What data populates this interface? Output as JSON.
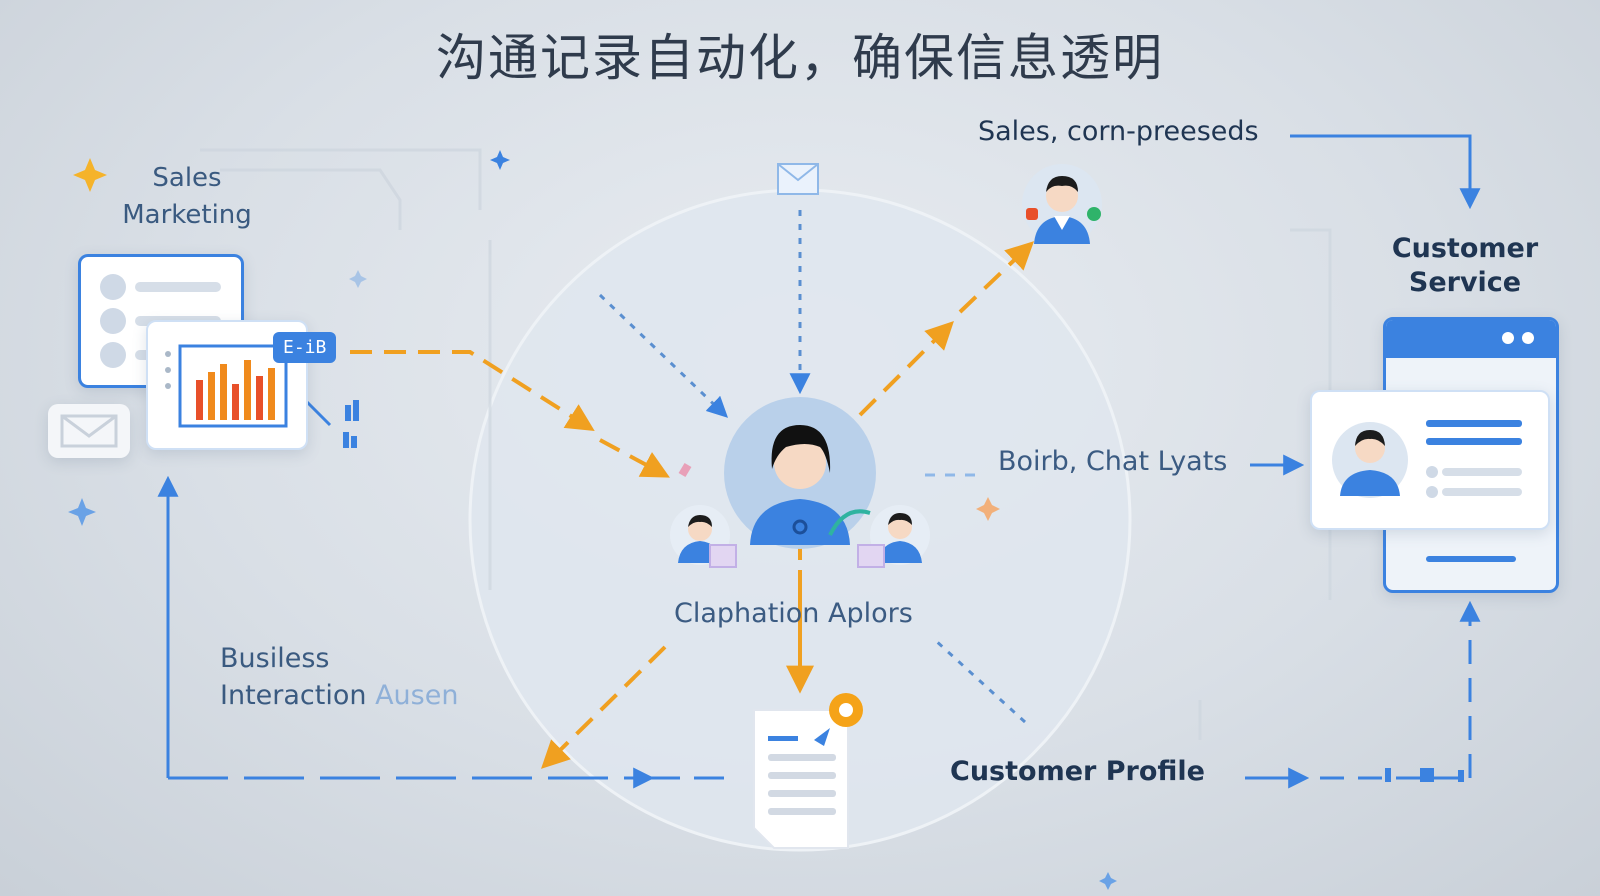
{
  "title": "沟通记录自动化，确保信息透明",
  "labels": {
    "sales_marketing_1": "Sales",
    "sales_marketing_2": "Marketing",
    "sales_top_right": "Sales, corn-preeseds",
    "customer_service_1": "Customer",
    "customer_service_2": "Service",
    "chat_logs": "Boirb, Chat Lyats",
    "center": "Claphation Aplors",
    "business_1": "Busiless",
    "business_2": "Interaction",
    "business_2_faint": "Ausen",
    "customer_profile": "Customer Profile",
    "badge": "E-iB"
  },
  "colors": {
    "accent_blue": "#3b82e0",
    "accent_orange": "#f0a020",
    "bar_orange": "#f08a1c",
    "bar_red": "#e8502a"
  },
  "icons": [
    "envelope-icon",
    "person-avatar-icon",
    "bar-chart-icon",
    "document-icon",
    "gear-icon",
    "sparkle-icon"
  ]
}
